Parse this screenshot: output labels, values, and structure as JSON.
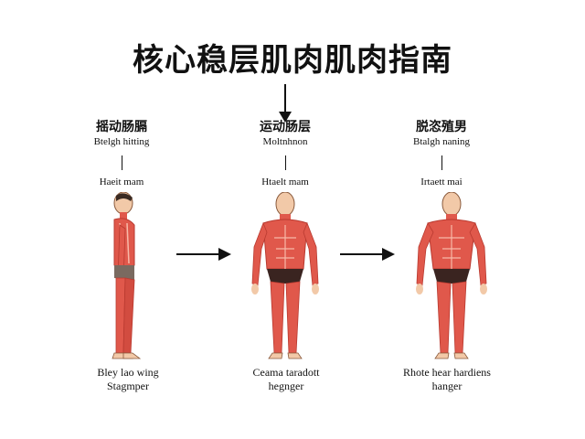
{
  "title": "核心稳层肌肉肌肉指南",
  "colors": {
    "muscle": "#e0584b",
    "muscle_dark": "#b93a30",
    "skin": "#f2c9a8",
    "shorts": "#3a2420",
    "line": "#111111"
  },
  "panels": [
    {
      "zh": "摇动肠膈",
      "en1": "Btelgh hitting",
      "en2": "Haeit mam",
      "caption1": "Bley lao wing",
      "caption2": "Stagmper",
      "figure_icon": "side-view-figure-icon"
    },
    {
      "zh": "运动肠层",
      "en1": "Moltnhnon",
      "en2": "Htaelt mam",
      "caption1": "Ceama taradott",
      "caption2": "hegnger",
      "figure_icon": "front-view-figure-icon"
    },
    {
      "zh": "脱恣殖男",
      "en1": "Btalgh naning",
      "en2": "Irtaett mai",
      "caption1": "Rhote hear hardiens",
      "caption2": "hanger",
      "figure_icon": "front-view-figure-icon"
    }
  ]
}
